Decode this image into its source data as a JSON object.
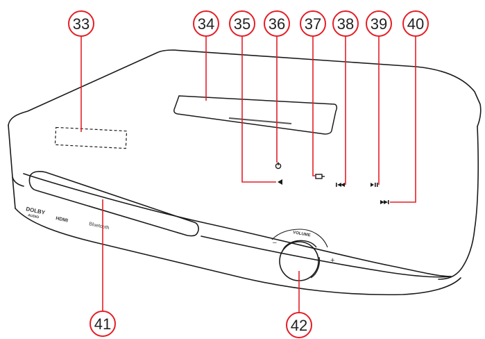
{
  "colors": {
    "callout": "#e41e26",
    "outline": "#1a1a1a",
    "background": "#ffffff"
  },
  "callouts": [
    {
      "id": "33",
      "label": "33"
    },
    {
      "id": "34",
      "label": "34"
    },
    {
      "id": "35",
      "label": "35"
    },
    {
      "id": "36",
      "label": "36"
    },
    {
      "id": "37",
      "label": "37"
    },
    {
      "id": "38",
      "label": "38"
    },
    {
      "id": "39",
      "label": "39"
    },
    {
      "id": "40",
      "label": "40"
    },
    {
      "id": "41",
      "label": "41"
    },
    {
      "id": "42",
      "label": "42"
    }
  ],
  "device": {
    "logos": {
      "dolby_top": "DOLBY",
      "dolby_bottom": "AUDIO",
      "hdmi": "HDMI",
      "bluetooth": "Bluetooth"
    },
    "volume_label": "VOLUME",
    "volume_minus": "–",
    "volume_plus": "+",
    "icons": {
      "power": "power-icon",
      "volume_down": "volume-down-icon",
      "source": "source-icon",
      "previous": "previous-track-icon",
      "play_pause": "play-pause-icon",
      "next": "next-track-icon"
    }
  }
}
